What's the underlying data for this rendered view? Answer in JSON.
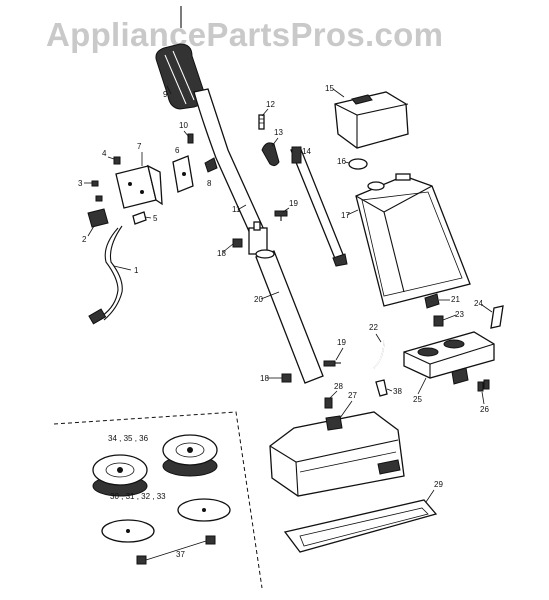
{
  "watermark": "AppliancePartsPros.com",
  "callouts": {
    "c1": "1",
    "c2": "2",
    "c3": "3",
    "c4": "4",
    "c5": "5",
    "c6": "6",
    "c7": "7",
    "c8": "8",
    "c9": "9",
    "c10": "10",
    "c11": "11",
    "c12": "12",
    "c13": "13",
    "c14": "14",
    "c15": "15",
    "c16": "16",
    "c17": "17",
    "c18a": "18",
    "c18b": "18",
    "c19a": "19",
    "c19b": "19",
    "c20": "20",
    "c21": "21",
    "c22": "22",
    "c23": "23",
    "c24": "24",
    "c25": "25",
    "c26": "26",
    "c27": "27",
    "c28": "28",
    "c29": "29",
    "c34": "34 , 35 , 36",
    "c30": "30 , 31 , 32 , 33",
    "c37": "37",
    "c38": "38"
  }
}
